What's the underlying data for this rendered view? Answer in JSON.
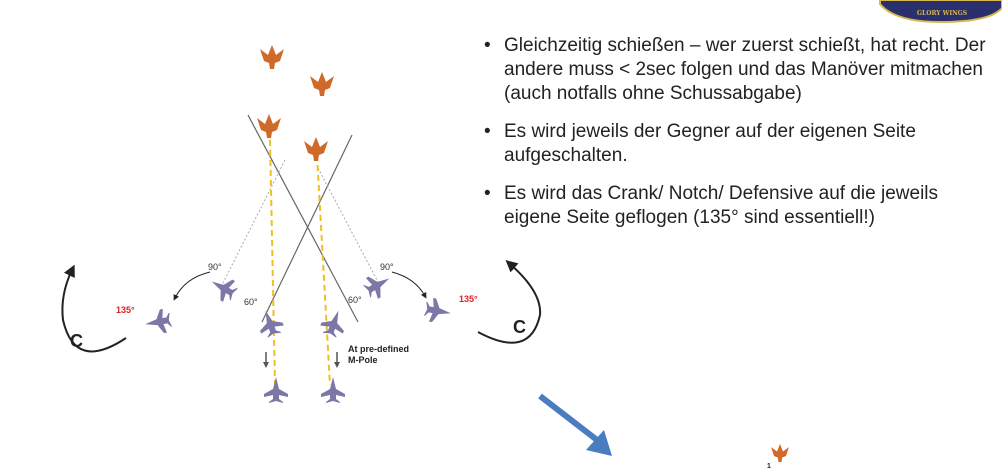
{
  "bullets": [
    "Gleichzeitig schießen – wer zuerst schießt, hat recht. Der andere muss < 2sec folgen und das Manöver mitmachen (auch notfalls ohne Schussabgabe)",
    "Es wird jeweils der Gegner auf der eigenen Seite aufgeschalten.",
    "Es wird das Crank/ Notch/ Defensive auf die jeweils eigene Seite geflogen (135° sind essentiell!)"
  ],
  "diagram": {
    "angle_90_left": "90°",
    "angle_90_right": "90°",
    "angle_60_left": "60°",
    "angle_60_right": "60°",
    "angle_135_left": "135°",
    "angle_135_right": "135°",
    "crank_left": "C",
    "crank_right": "C",
    "mpole_line1": "At pre-defined",
    "mpole_line2": "M-Pole",
    "flight_number": "1"
  },
  "logo_text": "GLORY WINGS",
  "colors": {
    "enemy": "#d06a2a",
    "friendly": "#7b78a8",
    "missile_track": "#f0c020",
    "angle_red": "#e02020",
    "arrow_blue": "#4a7cc0",
    "logo_navy": "#2a2f6e",
    "logo_gold": "#d8b84a"
  }
}
